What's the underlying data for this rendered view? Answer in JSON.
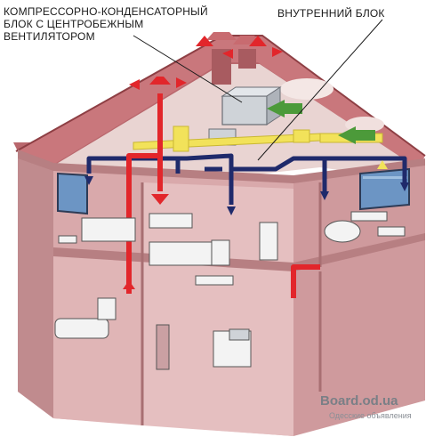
{
  "labels": {
    "outdoor_unit_line1": "КОМПРЕССОРНО-КОНДЕНСАТОРНЫЙ",
    "outdoor_unit_line2": "БЛОК С ЦЕНТРОБЕЖНЫМ",
    "outdoor_unit_line3": "ВЕНТИЛЯТОРОМ",
    "indoor_unit": "ВНУТРЕННИЙ БЛОК"
  },
  "watermark": {
    "site": "Board.od.ua",
    "tagline": "Одесские объявления"
  },
  "colors": {
    "wall": "#d9a9ab",
    "wall_dark": "#c08b8e",
    "roof": "#b9676d",
    "attic": "#e9d4d2",
    "supply_duct": "#f2e25a",
    "distribution_pipe": "#1f2a6b",
    "exhaust_pipe": "#e2262b",
    "fresh_air_arrow": "#4c9a3a",
    "window_glass": "#6c95c4",
    "unit_gray": "#cfd3d8"
  }
}
